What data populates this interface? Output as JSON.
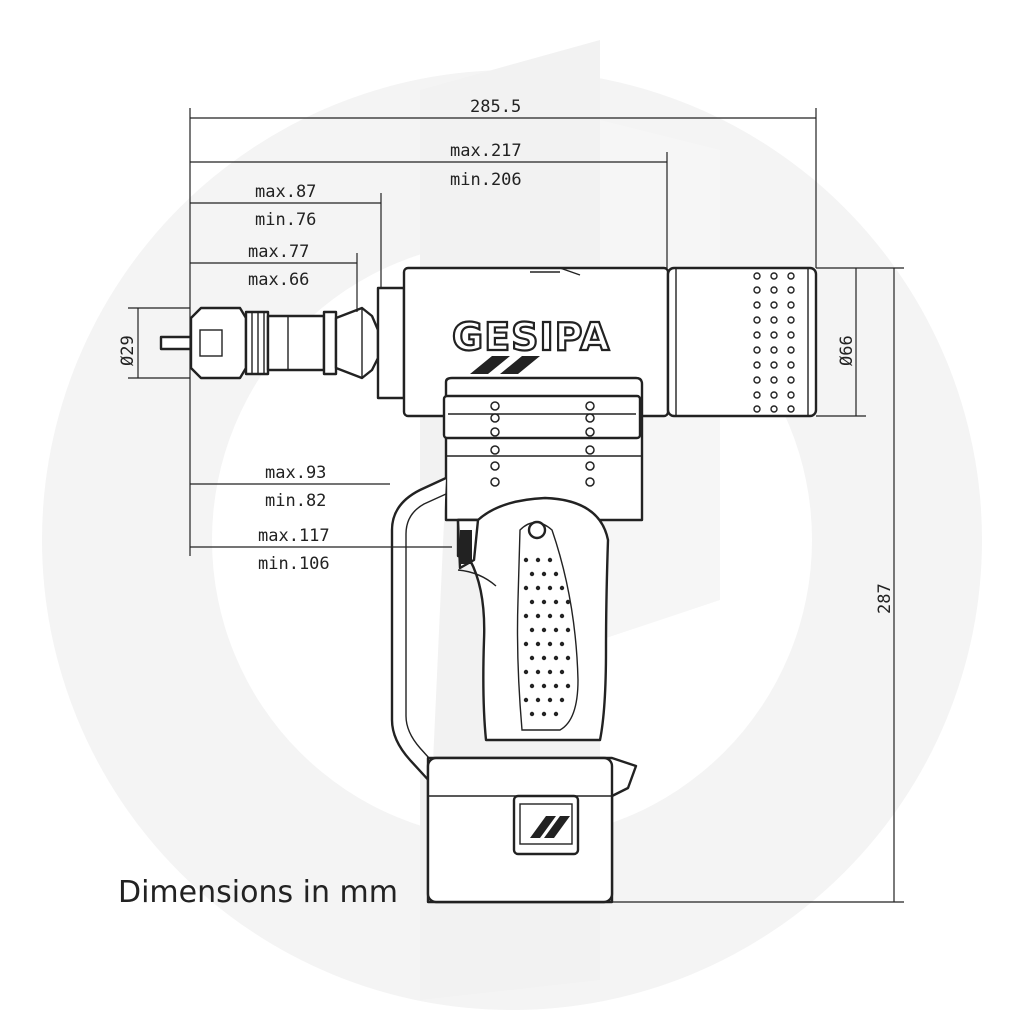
{
  "brand": "GESIPA",
  "caption": "Dimensions in mm",
  "dimensions": {
    "overall_length": "285.5",
    "length_max": "max.217",
    "length_min": "min.206",
    "nose_max": "max.87",
    "nose_min": "min.76",
    "nosepiece_max": "max.77",
    "nosepiece_min": "max.66",
    "trigger_max": "max.93",
    "trigger_min": "min.82",
    "grip_max": "max.117",
    "grip_min": "min.106",
    "height": "287",
    "nose_diameter": "Ø29",
    "body_diameter": "Ø66"
  },
  "colors": {
    "line": "#222222",
    "watermark": "#f1f1f1"
  }
}
